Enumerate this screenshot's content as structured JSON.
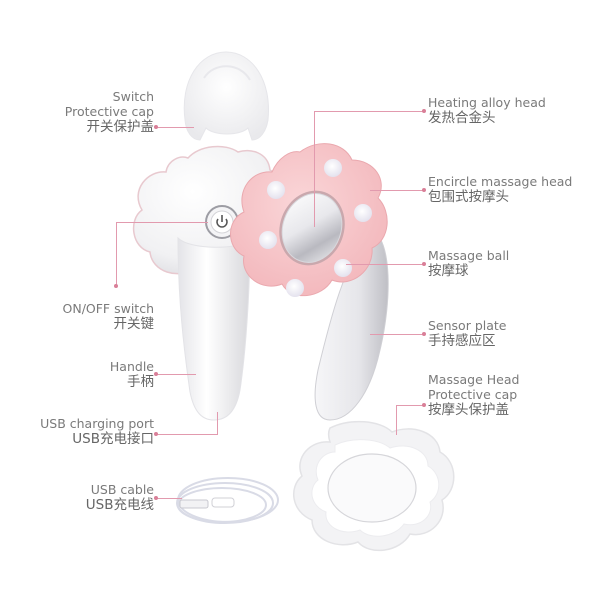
{
  "colors": {
    "pink_head": "#f6c3c6",
    "leader_line": "#e29aae",
    "text": "#6e6e6e",
    "device_white": "#f4f4f6"
  },
  "labels": {
    "switch_cap": {
      "en_line1": "Switch",
      "en_line2": "Protective cap",
      "cn": "开关保护盖"
    },
    "on_off": {
      "en": "ON/OFF switch",
      "cn": "开关键"
    },
    "handle": {
      "en": "Handle",
      "cn": "手柄"
    },
    "usb_port": {
      "en": "USB charging port",
      "cn": "USB充电接口"
    },
    "usb_cable": {
      "en": "USB cable",
      "cn": "USB充电线"
    },
    "heating_head": {
      "en": "Heating alloy head",
      "cn": "发热合金头"
    },
    "encircle_head": {
      "en": "Encircle massage head",
      "cn": "包围式按摩头"
    },
    "massage_ball": {
      "en": "Massage ball",
      "cn": "按摩球"
    },
    "sensor_plate": {
      "en": "Sensor plate",
      "cn": "手持感应区"
    },
    "head_cap": {
      "en_line1": "Massage Head",
      "en_line2": "Protective cap",
      "cn": "按摩头保护盖"
    }
  },
  "icons": {
    "power": "power-icon"
  }
}
